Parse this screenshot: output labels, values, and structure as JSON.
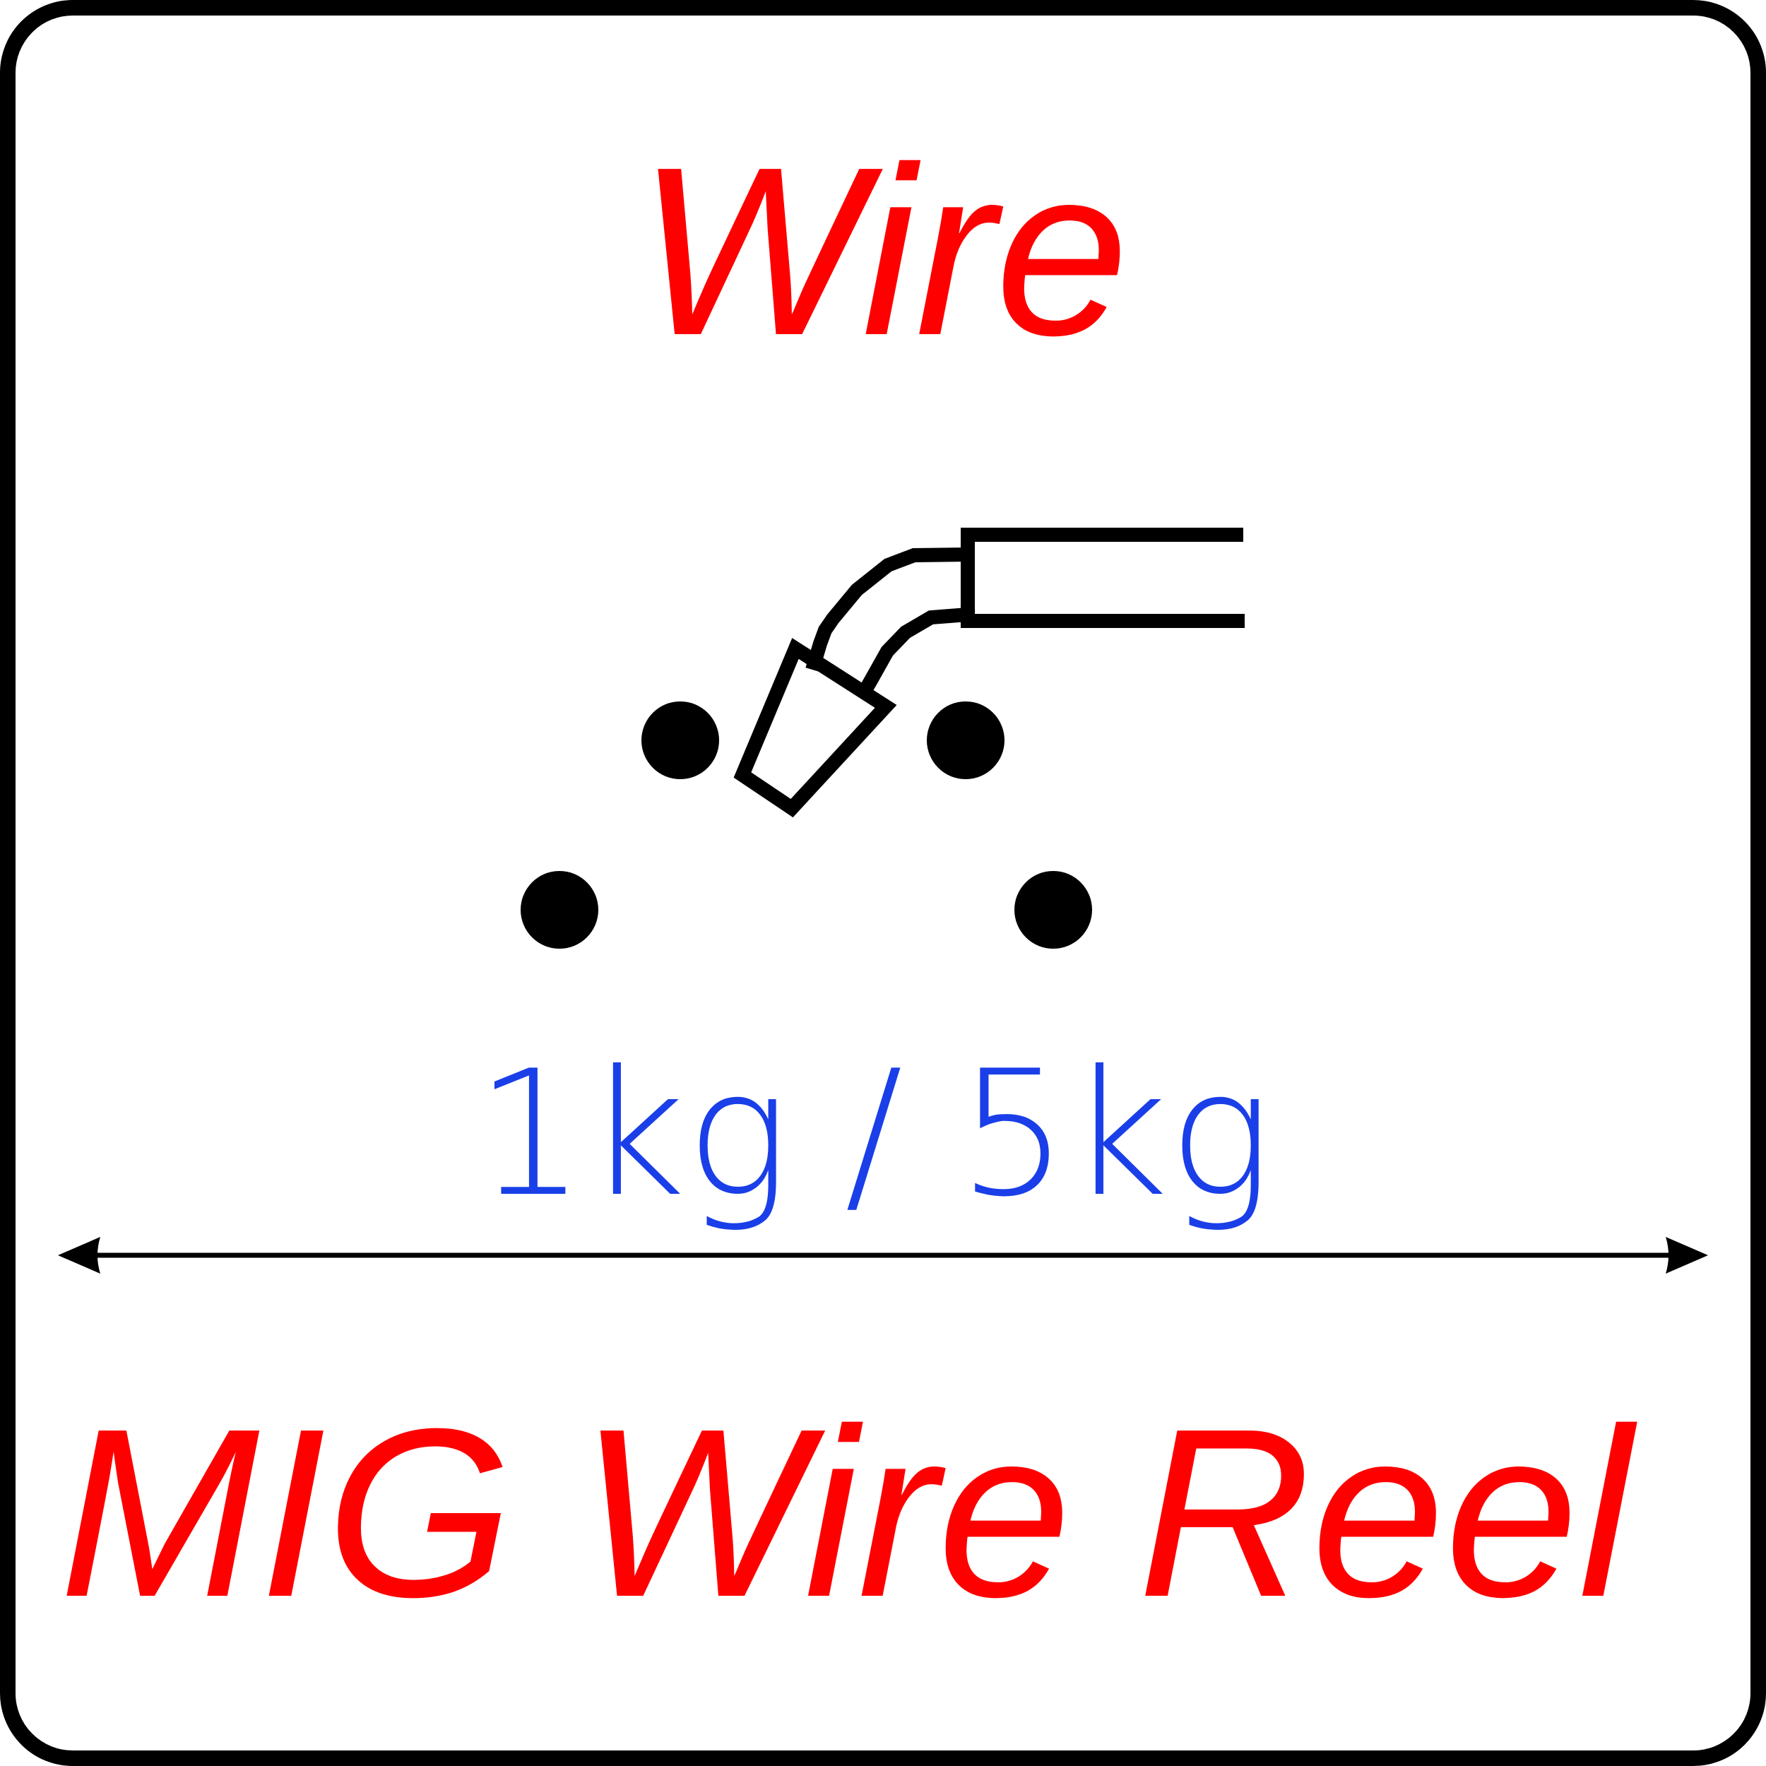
{
  "top_label": "Wire",
  "dimension_label": "1kg / 5kg",
  "bottom_label": "MIG Wire Reel",
  "colors": {
    "title": "#ff0000",
    "dimension": "#1a3fe8",
    "stroke": "#000000",
    "background": "#ffffff"
  },
  "icons": [
    "mig-torch-icon",
    "wire-reel-dot-icon",
    "double-arrow-icon"
  ]
}
